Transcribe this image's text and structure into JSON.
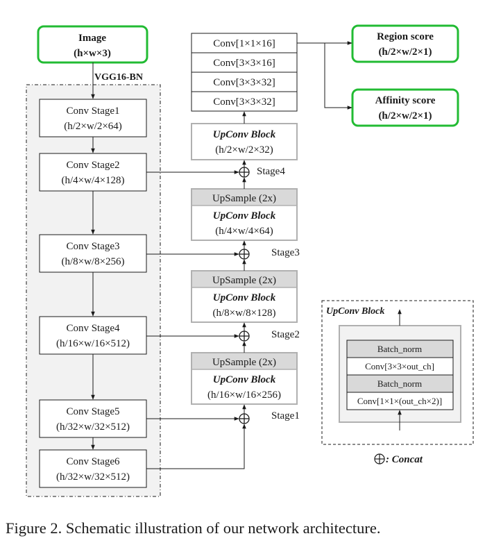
{
  "input": {
    "line1": "Image",
    "line2": "(h×w×3)"
  },
  "backbone_label": "VGG16-BN",
  "backbone_stages": [
    {
      "line1": "Conv Stage1",
      "line2": "(h/2×w/2×64)"
    },
    {
      "line1": "Conv Stage2",
      "line2": "(h/4×w/4×128)"
    },
    {
      "line1": "Conv Stage3",
      "line2": "(h/8×w/8×256)"
    },
    {
      "line1": "Conv Stage4",
      "line2": "(h/16×w/16×512)"
    },
    {
      "line1": "Conv Stage5",
      "line2": "(h/32×w/32×512)"
    },
    {
      "line1": "Conv Stage6",
      "line2": "(h/32×w/32×512)"
    }
  ],
  "head_convs": [
    "Conv[1×1×16]",
    "Conv[3×3×16]",
    "Conv[3×3×32]",
    "Conv[3×3×32]"
  ],
  "upconv_blocks": [
    {
      "upsample": "",
      "name": "UpConv Block",
      "shape": "(h/2×w/2×32)",
      "stage": "Stage4"
    },
    {
      "upsample": "UpSample (2x)",
      "name": "UpConv Block",
      "shape": "(h/4×w/4×64)",
      "stage": "Stage3"
    },
    {
      "upsample": "UpSample (2x)",
      "name": "UpConv Block",
      "shape": "(h/8×w/8×128)",
      "stage": "Stage2"
    },
    {
      "upsample": "UpSample (2x)",
      "name": "UpConv Block",
      "shape": "(h/16×w/16×256)",
      "stage": "Stage1"
    }
  ],
  "outputs": [
    {
      "line1": "Region score",
      "line2": "(h/2×w/2×1)"
    },
    {
      "line1": "Affinity score",
      "line2": "(h/2×w/2×1)"
    }
  ],
  "legend": {
    "title": "UpConv Block",
    "rows": [
      "Batch_norm",
      "Conv[3×3×out_ch]",
      "Batch_norm",
      "Conv[1×1×(out_ch×2)]"
    ],
    "concat_label": ": Concat"
  },
  "caption": "Figure 2. Schematic illustration of our network architecture.",
  "colors": {
    "green": "#22bb33",
    "gray_fill": "#d9d9d9",
    "panel_fill": "#f2f2f2",
    "line": "#1a1a1a"
  }
}
